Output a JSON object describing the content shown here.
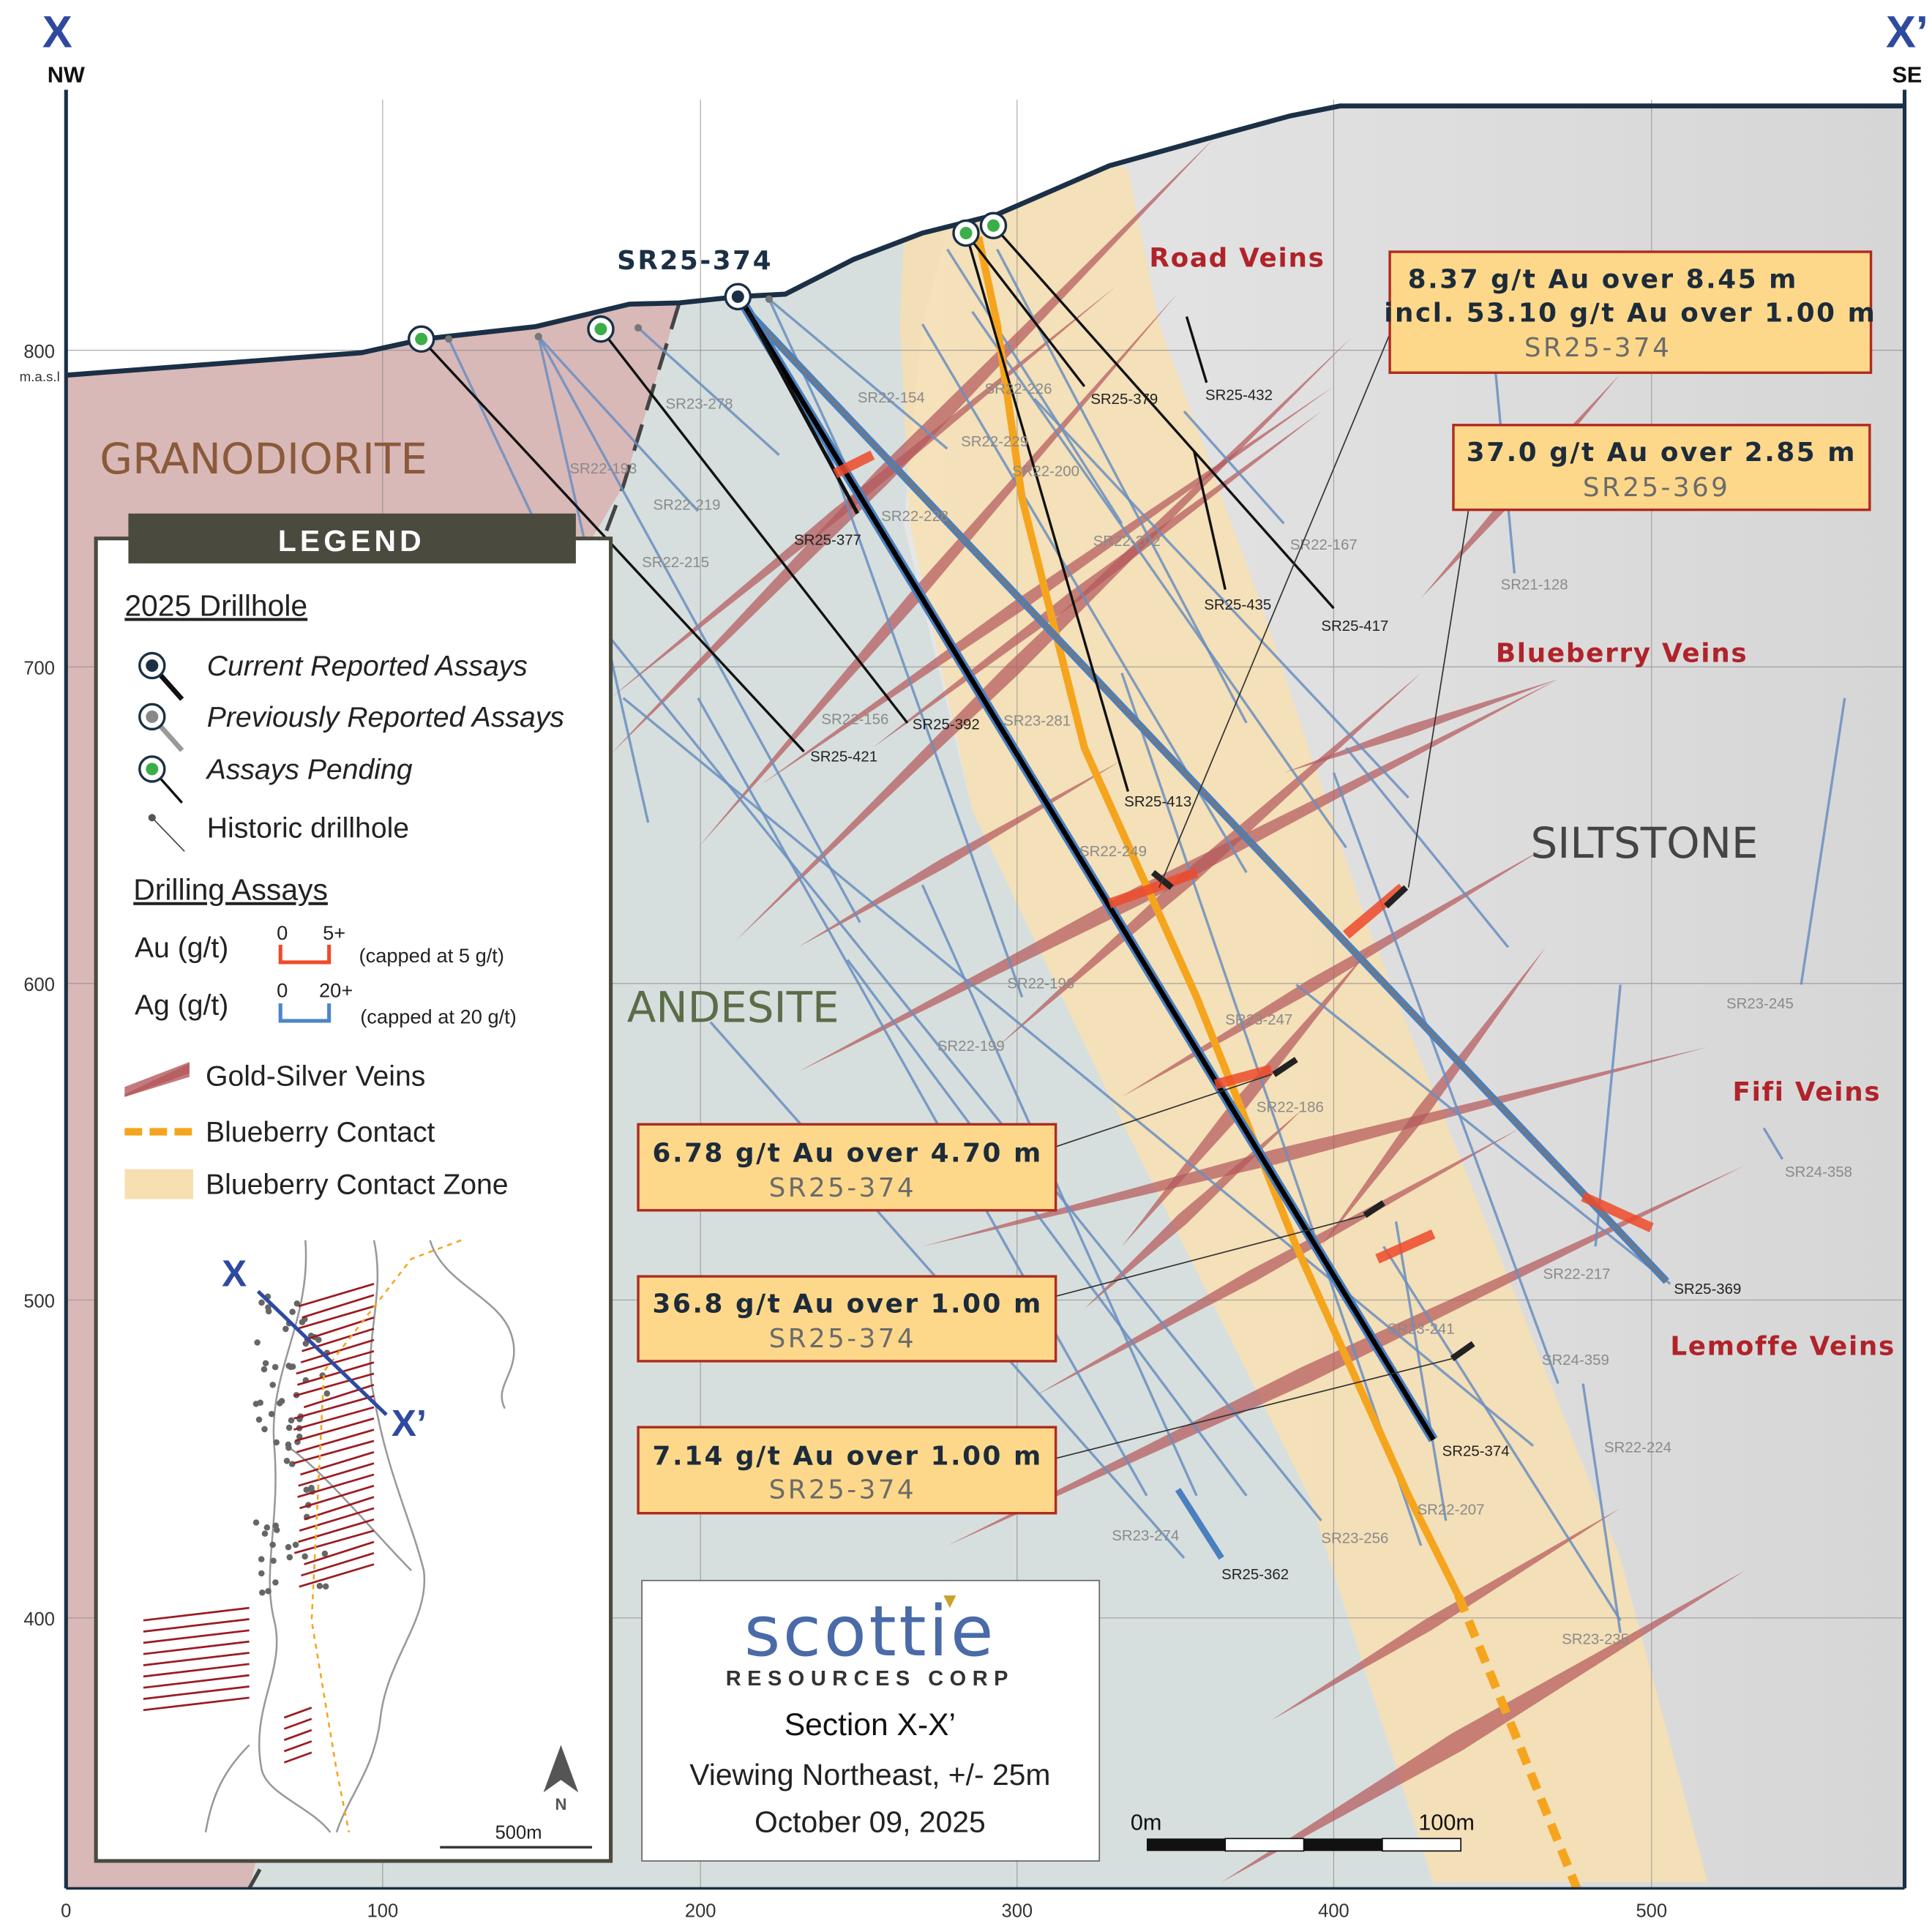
{
  "section": {
    "start_label": "X",
    "start_dir": "NW",
    "end_label": "X’",
    "end_dir": "SE",
    "elevation_unit": "m.a.s.l"
  },
  "axes": {
    "x_ticks": [
      "0",
      "100",
      "200",
      "300",
      "400",
      "500"
    ],
    "y_ticks": [
      "800",
      "700",
      "600",
      "500",
      "400"
    ]
  },
  "rock_units": {
    "granodiorite": "GRANODIORITE",
    "andesite": "ANDESITE",
    "siltstone": "SILTSTONE"
  },
  "vein_sets": {
    "road": "Road Veins",
    "blueberry": "Blueberry Veins",
    "fifi": "Fifi Veins",
    "lemoffe": "Lemoffe Veins"
  },
  "featured_hole": "SR25-374",
  "drillholes": {
    "current": [
      "SR25-377",
      "SR25-392",
      "SR25-421",
      "SR25-413",
      "SR25-379",
      "SR25-432",
      "SR25-435",
      "SR25-417",
      "SR25-369",
      "SR25-374",
      "SR25-362"
    ],
    "historic": [
      "SR23-278",
      "SR22-154",
      "SR22-226",
      "SR22-229",
      "SR22-200",
      "SR22-193",
      "SR22-219",
      "SR22-228",
      "SR22-202",
      "SR22-167",
      "SR22-215",
      "SR21-128",
      "SR22-156",
      "SR23-281",
      "SR22-249",
      "SR22-196",
      "SR23-247",
      "SR22-199",
      "SR22-186",
      "SR23-245",
      "SR24-358",
      "SR22-217",
      "SR23-241",
      "SR24-359",
      "SR22-224",
      "SR22-207",
      "SR23-274",
      "SR23-256",
      "SR23-235"
    ]
  },
  "callouts": [
    {
      "line1": "8.37 g/t Au over 8.45 m",
      "line2": "incl. 53.10 g/t Au over 1.00 m",
      "hole": "SR25-374"
    },
    {
      "line1": "37.0 g/t Au over 2.85 m",
      "hole": "SR25-369"
    },
    {
      "line1": "6.78 g/t Au over 4.70 m",
      "hole": "SR25-374"
    },
    {
      "line1": "36.8 g/t Au over 1.00 m",
      "hole": "SR25-374"
    },
    {
      "line1": "7.14 g/t Au over 1.00 m",
      "hole": "SR25-374"
    }
  ],
  "legend": {
    "title": "LEGEND",
    "drillhole_heading": "2025 Drillhole",
    "current": "Current Reported Assays",
    "previous": "Previously Reported Assays",
    "pending": "Assays Pending",
    "historic": "Historic drillhole",
    "assays_heading": "Drilling Assays",
    "au_label": "Au (g/t)",
    "au_min": "0",
    "au_max": "5+",
    "au_cap": "(capped at 5 g/t)",
    "ag_label": "Ag (g/t)",
    "ag_min": "0",
    "ag_max": "20+",
    "ag_cap": "(capped at 20 g/t)",
    "veins": "Gold-Silver Veins",
    "contact": "Blueberry Contact",
    "contact_zone": "Blueberry Contact Zone",
    "inset_x": "X",
    "inset_x2": "X’",
    "inset_north": "N",
    "inset_scale": "500m"
  },
  "logo": {
    "name": "scottie",
    "sub": "RESOURCES CORP",
    "section": "Section X-X’",
    "view": "Viewing Northeast, +/- 25m",
    "date": "October 09, 2025"
  },
  "scale_bar": {
    "start": "0m",
    "end": "100m"
  },
  "colors": {
    "granodiorite": "#d9b8b8",
    "andesite": "#d6dfdd",
    "siltstone": "#e6e6e6",
    "contact_zone": "#f7dfb2",
    "contact": "#f5a51d",
    "vein": "#b4595c",
    "au": "#ee4b2b",
    "ag": "#4a86c8",
    "callout_fill": "#fdd88a",
    "callout_border": "#b02a1f",
    "section_blue": "#2e4aa0"
  }
}
